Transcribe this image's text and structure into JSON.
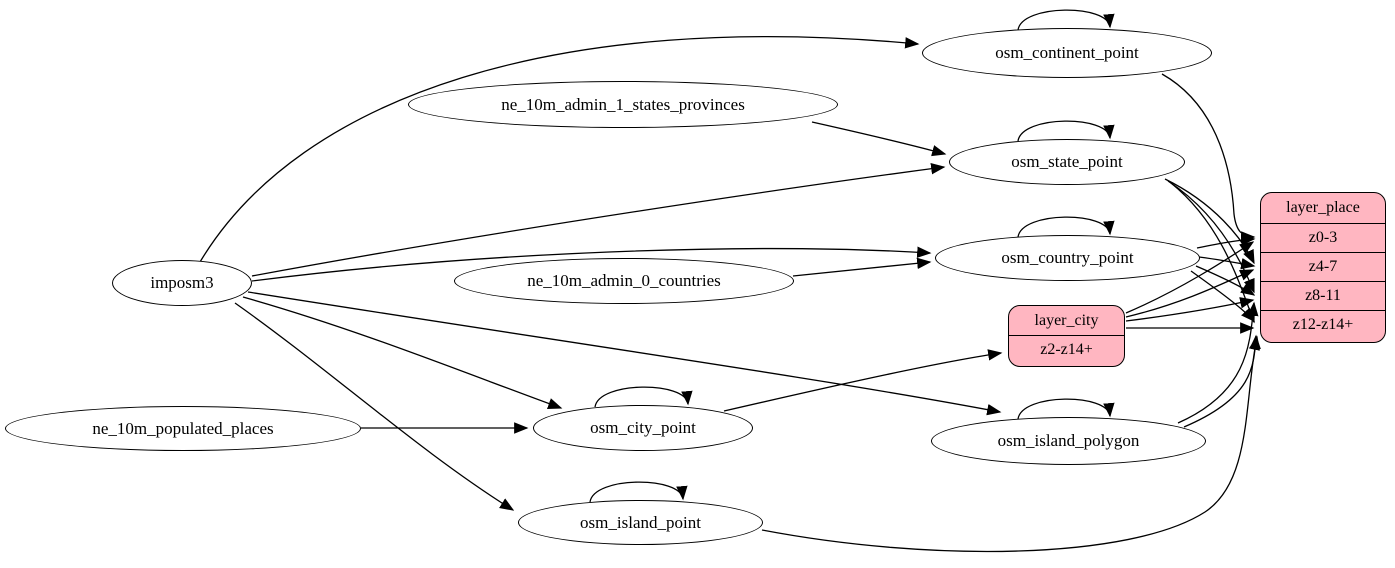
{
  "diagram": {
    "background": "#ffffff",
    "node_fill": "#ffffff",
    "record_fill": "#ffb6c1",
    "stroke_color": "#000000",
    "nodes": {
      "imposm3": {
        "label": "imposm3"
      },
      "ne_10m_admin_1_states_provinces": {
        "label": "ne_10m_admin_1_states_provinces"
      },
      "ne_10m_admin_0_countries": {
        "label": "ne_10m_admin_0_countries"
      },
      "ne_10m_populated_places": {
        "label": "ne_10m_populated_places"
      },
      "osm_continent_point": {
        "label": "osm_continent_point"
      },
      "osm_state_point": {
        "label": "osm_state_point"
      },
      "osm_country_point": {
        "label": "osm_country_point"
      },
      "osm_city_point": {
        "label": "osm_city_point"
      },
      "osm_island_polygon": {
        "label": "osm_island_polygon"
      },
      "osm_island_point": {
        "label": "osm_island_point"
      }
    },
    "records": {
      "layer_place": {
        "title": "layer_place",
        "rows": [
          "z0-3",
          "z4-7",
          "z8-11",
          "z12-z14+"
        ]
      },
      "layer_city": {
        "title": "layer_city",
        "rows": [
          "z2-z14+"
        ]
      }
    },
    "edges": [
      {
        "from": "imposm3",
        "to": "osm_continent_point"
      },
      {
        "from": "imposm3",
        "to": "osm_state_point"
      },
      {
        "from": "imposm3",
        "to": "osm_country_point"
      },
      {
        "from": "imposm3",
        "to": "osm_city_point"
      },
      {
        "from": "imposm3",
        "to": "osm_island_polygon"
      },
      {
        "from": "imposm3",
        "to": "osm_island_point"
      },
      {
        "from": "ne_10m_admin_1_states_provinces",
        "to": "osm_state_point"
      },
      {
        "from": "ne_10m_admin_0_countries",
        "to": "osm_country_point"
      },
      {
        "from": "ne_10m_populated_places",
        "to": "osm_city_point"
      },
      {
        "from": "osm_continent_point",
        "to": "osm_continent_point"
      },
      {
        "from": "osm_state_point",
        "to": "osm_state_point"
      },
      {
        "from": "osm_country_point",
        "to": "osm_country_point"
      },
      {
        "from": "osm_city_point",
        "to": "osm_city_point"
      },
      {
        "from": "osm_island_polygon",
        "to": "osm_island_polygon"
      },
      {
        "from": "osm_island_point",
        "to": "osm_island_point"
      },
      {
        "from": "osm_continent_point",
        "to": "layer_place",
        "port": "z0-3"
      },
      {
        "from": "osm_country_point",
        "to": "layer_place",
        "port": "z0-3"
      },
      {
        "from": "osm_state_point",
        "to": "layer_place",
        "port": "z4-7"
      },
      {
        "from": "osm_country_point",
        "to": "layer_place",
        "port": "z4-7"
      },
      {
        "from": "osm_state_point",
        "to": "layer_place",
        "port": "z8-11"
      },
      {
        "from": "osm_country_point",
        "to": "layer_place",
        "port": "z8-11"
      },
      {
        "from": "osm_island_polygon",
        "to": "layer_place",
        "port": "z8-11"
      },
      {
        "from": "osm_state_point",
        "to": "layer_place",
        "port": "z12-z14+"
      },
      {
        "from": "osm_country_point",
        "to": "layer_place",
        "port": "z12-z14+"
      },
      {
        "from": "osm_island_polygon",
        "to": "layer_place",
        "port": "z12-z14+"
      },
      {
        "from": "osm_island_point",
        "to": "layer_place",
        "port": "z12-z14+"
      },
      {
        "from": "osm_city_point",
        "to": "layer_city",
        "port": "z2-z14+"
      },
      {
        "from": "layer_city",
        "to": "layer_place",
        "port": "z0-3"
      },
      {
        "from": "layer_city",
        "to": "layer_place",
        "port": "z4-7"
      },
      {
        "from": "layer_city",
        "to": "layer_place",
        "port": "z8-11"
      },
      {
        "from": "layer_city",
        "to": "layer_place",
        "port": "z12-z14+"
      }
    ]
  }
}
